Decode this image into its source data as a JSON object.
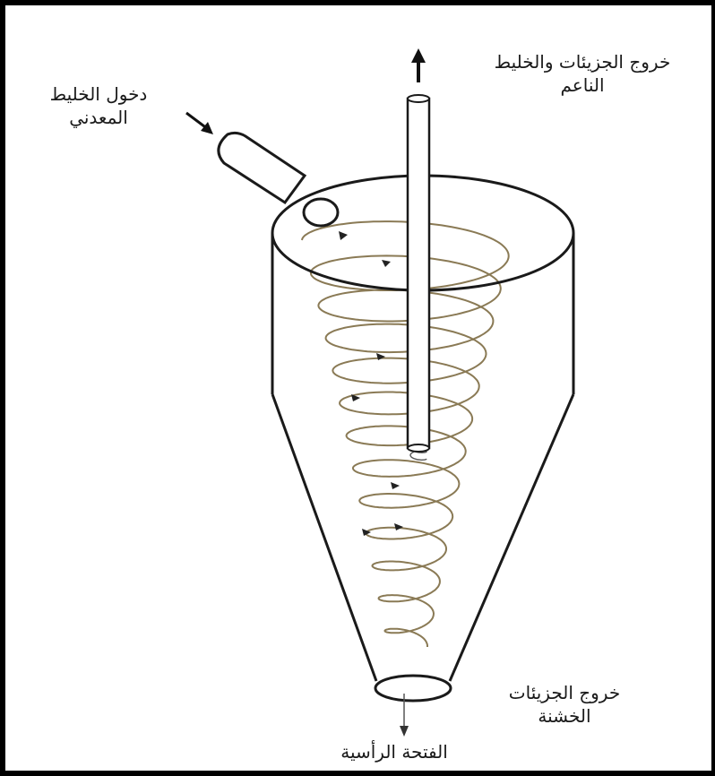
{
  "diagram": {
    "labels": {
      "fine_outlet": {
        "line1": "خروج الجزيئات والخليط",
        "line2": "الناعم"
      },
      "feed_inlet": {
        "line1": "دخول الخليط",
        "line2": "المعدني"
      },
      "coarse_outlet": {
        "line1": "خروج الجزيئات",
        "line2": "الخشنة"
      },
      "apex": "الفتحة الرأسية"
    },
    "colors": {
      "outline": "#1a1a1a",
      "spiral": "#8a7a55",
      "inner_spiral": "#555555",
      "frame": "#000000"
    },
    "icons": [
      "up-arrow-icon",
      "inlet-arrow-icon",
      "down-arrow-icon"
    ]
  }
}
